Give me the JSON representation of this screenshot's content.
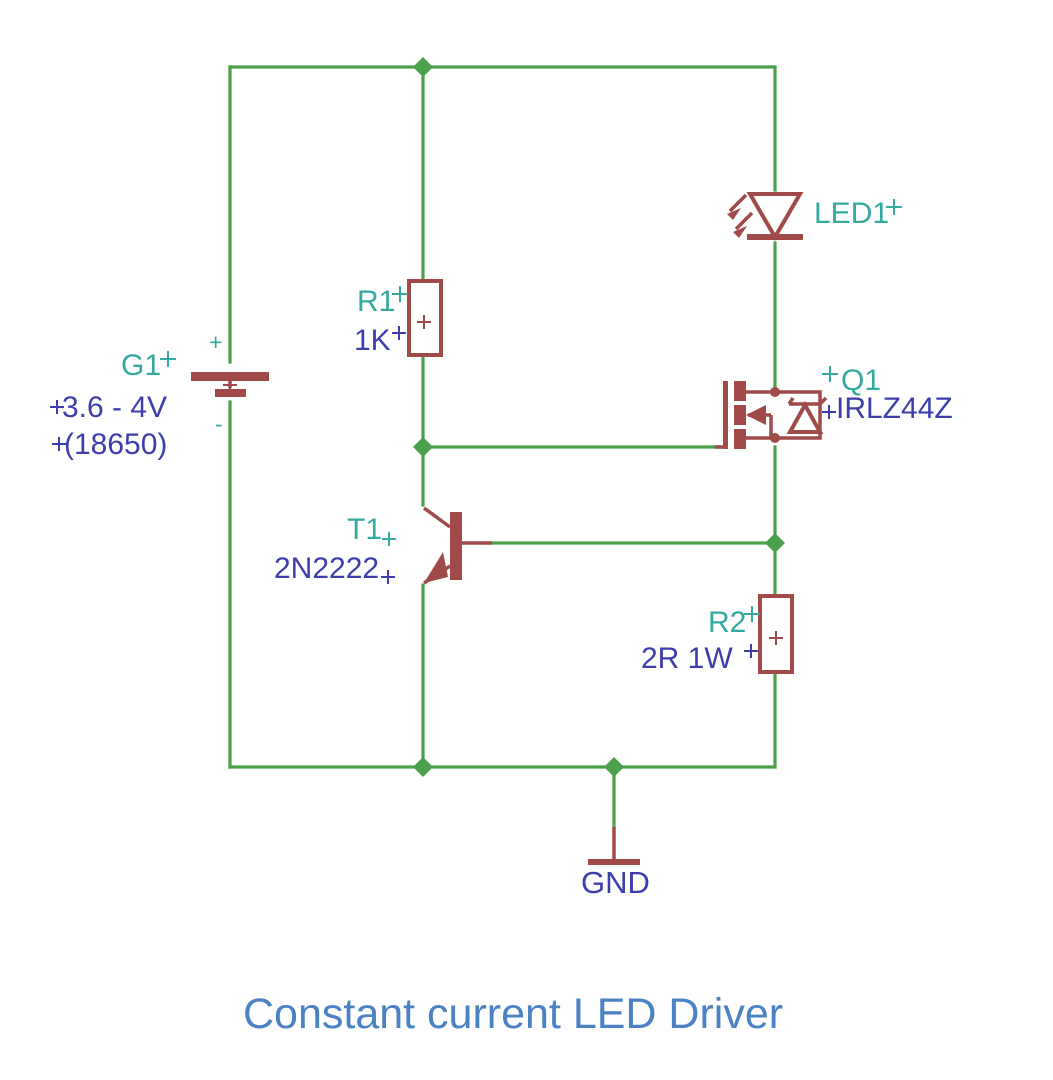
{
  "document": {
    "title": "Constant current LED Driver",
    "background_color": "#ffffff"
  },
  "colors": {
    "wire": "#4aa14a",
    "component": "#a04a4a",
    "reference_label": "#35a8a0",
    "value_label": "#3d3dae",
    "title": "#4a82c4",
    "junction": "#4aa14a"
  },
  "components": {
    "battery": {
      "reference": "G1",
      "value_line1": "3.6 - 4V",
      "value_line2": "(18650)",
      "positive_marker": "+",
      "negative_marker": "-",
      "symbol": "battery-cell"
    },
    "r1": {
      "reference": "R1",
      "value": "1K",
      "symbol": "resistor"
    },
    "r2": {
      "reference": "R2",
      "value": "2R 1W",
      "symbol": "resistor"
    },
    "t1": {
      "reference": "T1",
      "value": "2N2222",
      "symbol": "npn-transistor"
    },
    "q1": {
      "reference": "Q1",
      "value": "IRLZ44Z",
      "symbol": "n-channel-mosfet"
    },
    "led1": {
      "reference": "LED1",
      "value": "",
      "symbol": "led-diode"
    },
    "gnd": {
      "label": "GND",
      "symbol": "ground"
    }
  },
  "pin_markers": {
    "plus": "+"
  }
}
